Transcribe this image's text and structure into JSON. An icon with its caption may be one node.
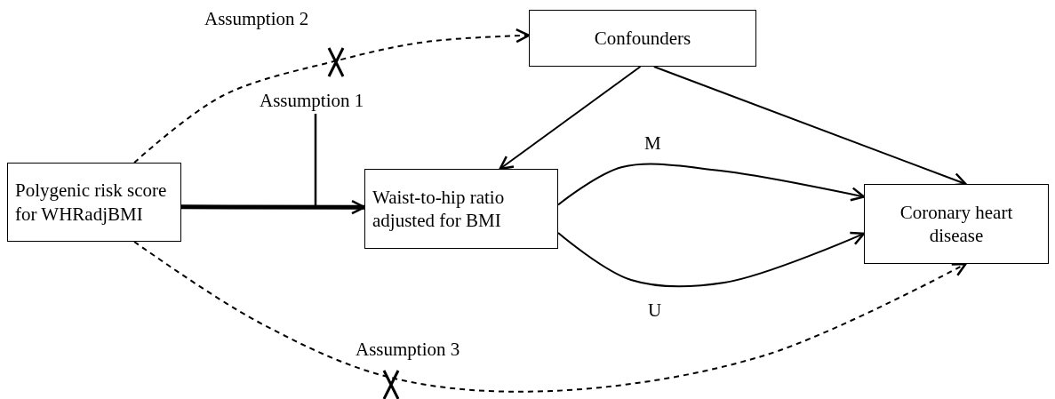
{
  "diagram": {
    "nodes": [
      {
        "text": [
          "Polygenic risk score for WHRadjBMI"
        ]
      },
      {
        "text": [
          "Waist-to-hip ratio adjusted for BMI"
        ]
      },
      {
        "text": [
          "Confounders"
        ]
      },
      {
        "text": [
          "Coronary heart disease"
        ]
      }
    ],
    "edges": [
      {
        "from": 0,
        "to": 1,
        "arrow": "to",
        "style": "thick"
      },
      {
        "from": 0,
        "to": 2,
        "arrow": "to",
        "style": "dashed",
        "label": "Assumption 2"
      },
      {
        "from": 2,
        "to": 1,
        "arrow": "to"
      },
      {
        "from": 2,
        "to": 3,
        "arrow": "to"
      },
      {
        "from": 1,
        "to": 3,
        "arrow": "to",
        "label": "M"
      },
      {
        "from": 1,
        "to": 3,
        "arrow": "to",
        "label": "U"
      },
      {
        "from": 0,
        "to": 3,
        "arrow": "to",
        "style": "dashed",
        "label": "Assumption 3"
      }
    ],
    "labels": [
      "Assumption 1"
    ]
  }
}
